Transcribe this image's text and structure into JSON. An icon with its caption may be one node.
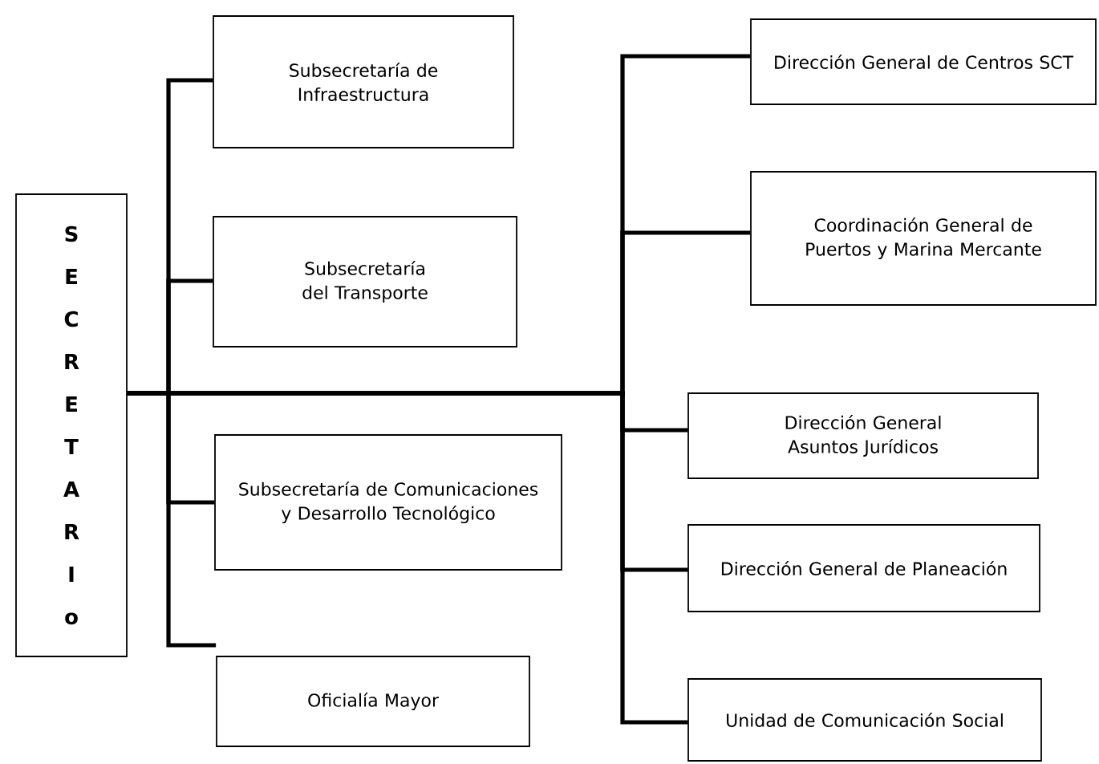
{
  "diagram": {
    "nodes": [
      {
        "text": [
          "S E C R E T A R I o"
        ]
      },
      {
        "text": [
          "Subsecretaría de Infraestructura"
        ]
      },
      {
        "text": [
          "Subsecretaría del Transporte"
        ]
      },
      {
        "text": [
          "Subsecretaría de Comunicaciones y Desarrollo Tecnológico"
        ]
      },
      {
        "text": [
          "Oficialía Mayor"
        ]
      },
      {
        "text": [
          "Dirección General de Centros SCT"
        ]
      },
      {
        "text": [
          "Coordinación General de Puertos y Marina Mercante"
        ]
      },
      {
        "text": [
          "Dirección General Asuntos Jurídicos"
        ]
      },
      {
        "text": [
          "Dirección General de Planeación"
        ]
      },
      {
        "text": [
          "Unidad de Comunicación Social"
        ]
      }
    ],
    "edges": [
      {
        "from": 0,
        "to": 1,
        "arrow": "none"
      },
      {
        "from": 0,
        "to": 2,
        "arrow": "none"
      },
      {
        "from": 0,
        "to": 3,
        "arrow": "none"
      },
      {
        "from": 0,
        "to": 4,
        "arrow": "none"
      },
      {
        "from": 0,
        "to": 5,
        "arrow": "none"
      },
      {
        "from": 0,
        "to": 6,
        "arrow": "none"
      },
      {
        "from": 0,
        "to": 7,
        "arrow": "none"
      },
      {
        "from": 0,
        "to": 8,
        "arrow": "none"
      },
      {
        "from": 0,
        "to": 9,
        "arrow": "none"
      }
    ]
  }
}
